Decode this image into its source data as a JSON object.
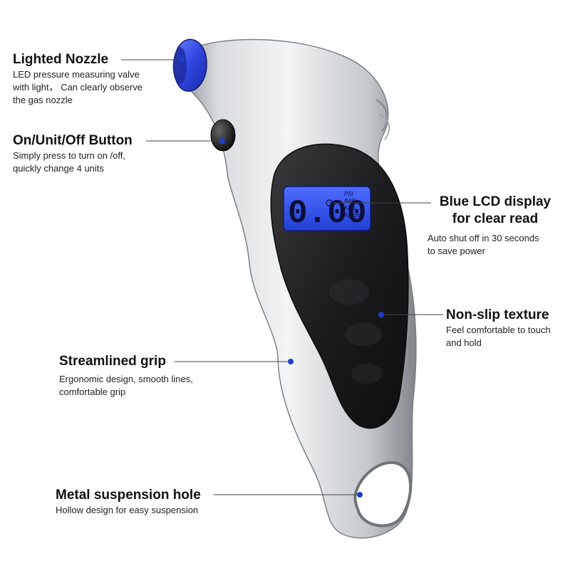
{
  "colors": {
    "accent": "#1f3fc9",
    "nozzle": "#3347e0",
    "lcd_bg": "#2e52e8",
    "body_silver": "#c9cdd2",
    "face_black": "#1d1d1f",
    "text": "#111111"
  },
  "callouts": {
    "nozzle": {
      "title": "Lighted Nozzle",
      "desc": "LED pressure measuring valve\nwith light， Can clearly observe\nthe gas nozzle"
    },
    "button": {
      "title": "On/Unit/Off Button",
      "desc": "Simply press to turn on /off,\nquickly change 4 units"
    },
    "lcd": {
      "title": "Blue LCD display\nfor clear read",
      "desc": "Auto shut off in 30 seconds\n to save power"
    },
    "texture": {
      "title": "Non-slip texture",
      "desc": "Feel comfortable to touch\n and hold"
    },
    "grip": {
      "title": "Streamlined grip",
      "desc": "Ergonomic design, smooth lines,\ncomfortable grip"
    },
    "hole": {
      "title": "Metal suspension hole",
      "desc": "Hollow design for easy suspension"
    }
  },
  "lcd_display": {
    "reading": "0.00",
    "units": [
      "PSI",
      "BAR",
      "KPA",
      "Kg/cm²"
    ]
  }
}
